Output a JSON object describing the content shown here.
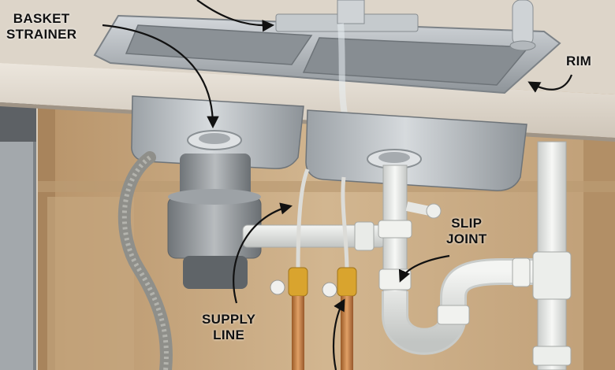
{
  "labels": {
    "basket_strainer": {
      "line1": "BASKET",
      "line2": "STRAINER"
    },
    "rim": "RIM",
    "slip_joint": {
      "line1": "SLIP",
      "line2": "JOINT"
    },
    "supply_line": {
      "line1": "SUPPLY",
      "line2": "LINE"
    }
  },
  "colors": {
    "cabinet_wood": "#c9ad85",
    "countertop": "#e3dcd2",
    "steel": "#a9aeb3",
    "pvc": "#eeefec",
    "copper": "#c27a3a",
    "valve_brass": "#d9a42e",
    "label_text": "#111111"
  }
}
